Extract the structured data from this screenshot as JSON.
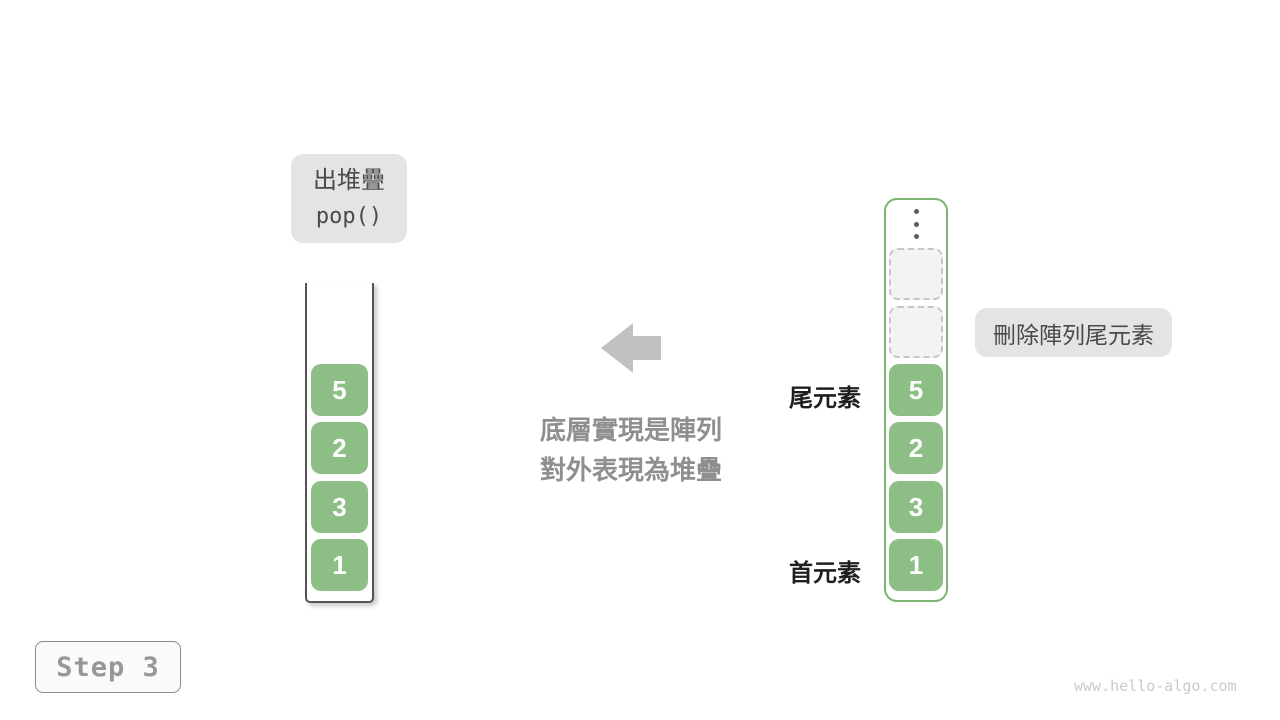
{
  "operation_label": {
    "line1": "出堆疊",
    "line2": "pop()"
  },
  "stack_view": {
    "values": [
      "5",
      "2",
      "3",
      "1"
    ]
  },
  "center_caption": {
    "arrow_icon": "arrow-left-icon",
    "line1": "底層實現是陣列",
    "line2": "對外表現為堆疊"
  },
  "array_view": {
    "ellipsis_icon": "vertical-ellipsis-icon",
    "empty_slot_count": 2,
    "values": [
      "5",
      "2",
      "3",
      "1"
    ],
    "tail_label": "尾元素",
    "head_label": "首元素"
  },
  "annotation": {
    "text": "刪除陣列尾元素"
  },
  "step_badge": {
    "label": "Step 3"
  },
  "watermark": {
    "text": "www.hello-algo.com"
  },
  "colors": {
    "element_green": "#8dbe86",
    "array_border_green": "#7cb571",
    "gray_label_bg": "#e4e4e4",
    "label_text": "#4a4a4a",
    "caption_gray": "#8f8f8f",
    "arrow_gray": "#c1c1c1",
    "side_label_text": "#1f1f1f",
    "stack_border": "#545454",
    "step_text": "#979797",
    "watermark_gray": "#cbcbcb"
  }
}
